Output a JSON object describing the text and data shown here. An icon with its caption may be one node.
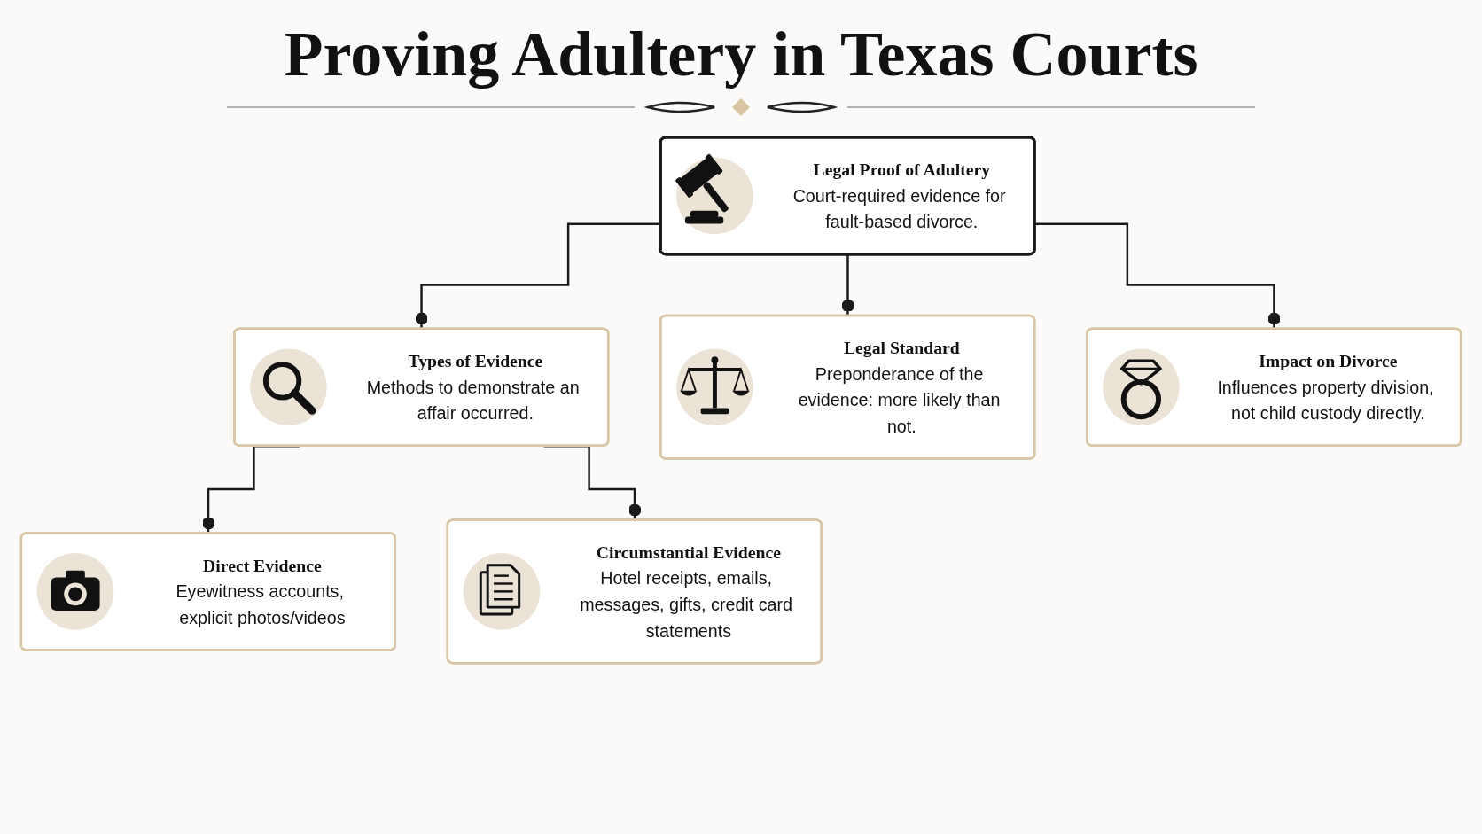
{
  "diagram": {
    "title": "Proving Adultery in Texas Courts",
    "nodes": [
      {
        "text": [
          "Legal Proof of Adultery",
          "Court-required evidence for fault-based divorce."
        ]
      },
      {
        "text": [
          "Types of Evidence",
          "Methods to demonstrate an affair occurred."
        ]
      },
      {
        "text": [
          "Legal Standard",
          "Preponderance of the evidence: more likely than not."
        ]
      },
      {
        "text": [
          "Impact on Divorce",
          "Influences property division, not child custody directly."
        ]
      },
      {
        "text": [
          "Direct Evidence",
          "Eyewitness accounts, explicit photos/videos"
        ]
      },
      {
        "text": [
          "Circumstantial Evidence",
          "Hotel receipts, emails, messages, gifts, credit card statements"
        ]
      }
    ],
    "edges": [
      {
        "from": 0,
        "to": 1,
        "arrow": "other"
      },
      {
        "from": 0,
        "to": 2,
        "arrow": "other"
      },
      {
        "from": 0,
        "to": 3,
        "arrow": "other"
      },
      {
        "from": 1,
        "to": 4,
        "arrow": "other"
      },
      {
        "from": 1,
        "to": 5,
        "arrow": "other"
      }
    ]
  }
}
